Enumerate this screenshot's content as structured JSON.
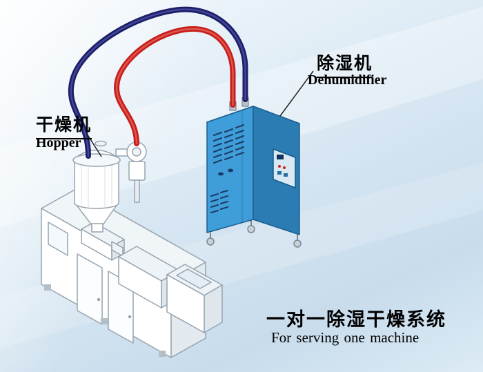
{
  "labels": {
    "hopper_cn": "干燥机",
    "hopper_en": "Hopper",
    "dehumidifier_cn": "除湿机",
    "dehumidifier_en": "Dehumidifier",
    "caption_cn": "一对一除湿干燥系统",
    "caption_en": "For serving one machine"
  },
  "colors": {
    "pipe_navy": "#1d1f66",
    "pipe_navy_highlight": "#44479e",
    "pipe_red": "#c6201e",
    "pipe_red_highlight": "#e2564d",
    "dehumidifier_front": "#3f9ed9",
    "dehumidifier_side": "#2a7cb3",
    "dehumidifier_top": "#9ed2ee",
    "dehumidifier_vent": "#1b3d66",
    "machine_outline": "#96a3ae",
    "leader_line": "#222222"
  }
}
